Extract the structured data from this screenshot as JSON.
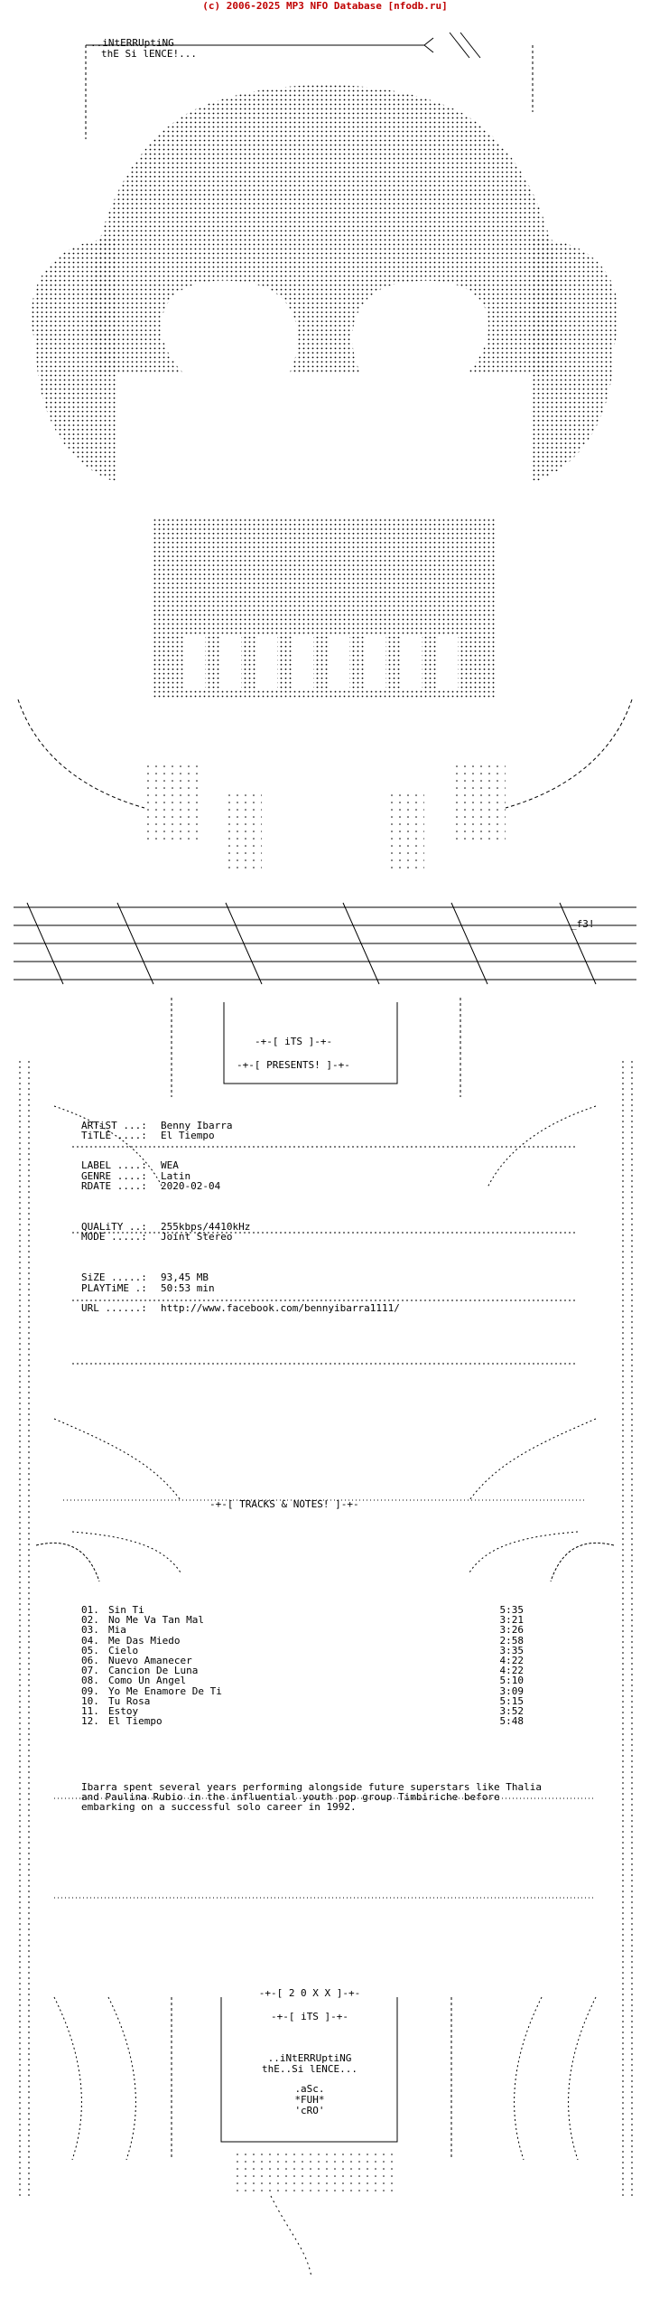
{
  "credit": "(c) 2006-2025 MP3 NFO Database [nfodb.ru]",
  "group_top": [
    "..iNtERRUptiNG",
    "thE Si lENCE!..."
  ],
  "f3": "_f3!",
  "its_label": "-+-[ iTS ]-+-",
  "presents_label": "-+-[ PRESENTS! ]-+-",
  "info": {
    "artist_label": "ARTiST ...:",
    "artist": "Benny Ibarra",
    "title_label": "TiTLE ....:",
    "title": "El Tiempo",
    "label_label": "LABEL ....:",
    "label": "WEA",
    "genre_label": "GENRE ....:",
    "genre": "Latin",
    "rdate_label": "RDATE ....:",
    "rdate": "2020-02-04",
    "quality_label": "QUALiTY ..:",
    "quality": "255kbps/4410kHz",
    "mode_label": "MODE .....:",
    "mode": "Joint Stereo",
    "size_label": "SiZE .....:",
    "size": "93,45 MB",
    "playtime_label": "PLAYTiME .:",
    "playtime": "50:53 min",
    "url_label": "URL ......:",
    "url": "http://www.facebook.com/bennyibarra1111/"
  },
  "tracks_header": "-+-[ TRACKS & NOTES! ]-+-",
  "tracks": [
    {
      "num": "01.",
      "name": "Sin Ti",
      "time": "5:35"
    },
    {
      "num": "02.",
      "name": "No Me Va Tan Mal",
      "time": "3:21"
    },
    {
      "num": "03.",
      "name": "Mia",
      "time": "3:26"
    },
    {
      "num": "04.",
      "name": "Me Das Miedo",
      "time": "2:58"
    },
    {
      "num": "05.",
      "name": "Cielo",
      "time": "3:35"
    },
    {
      "num": "06.",
      "name": "Nuevo Amanecer",
      "time": "4:22"
    },
    {
      "num": "07.",
      "name": "Cancion De Luna",
      "time": "4:22"
    },
    {
      "num": "08.",
      "name": "Como Un Angel",
      "time": "5:10"
    },
    {
      "num": "09.",
      "name": "Yo Me Enamore De Ti",
      "time": "3:09"
    },
    {
      "num": "10.",
      "name": "Tu Rosa",
      "time": "5:15"
    },
    {
      "num": "11.",
      "name": "Estoy",
      "time": "3:52"
    },
    {
      "num": "12.",
      "name": "El Tiempo",
      "time": "5:48"
    }
  ],
  "notes": "Ibarra spent several years performing alongside future superstars like Thalia and Paulina Rubio in the influential youth pop group Timbiriche before embarking on a successful solo career in 1992.",
  "footer": {
    "year": "-+-[ 2 0 X X ]-+-",
    "its": "-+-[ iTS ]-+-",
    "group": [
      "..iNtERRUptiNG",
      "thE..Si lENCE..."
    ],
    "crew": [
      ".aSc.",
      "*FUH*",
      "'cRO'"
    ]
  }
}
